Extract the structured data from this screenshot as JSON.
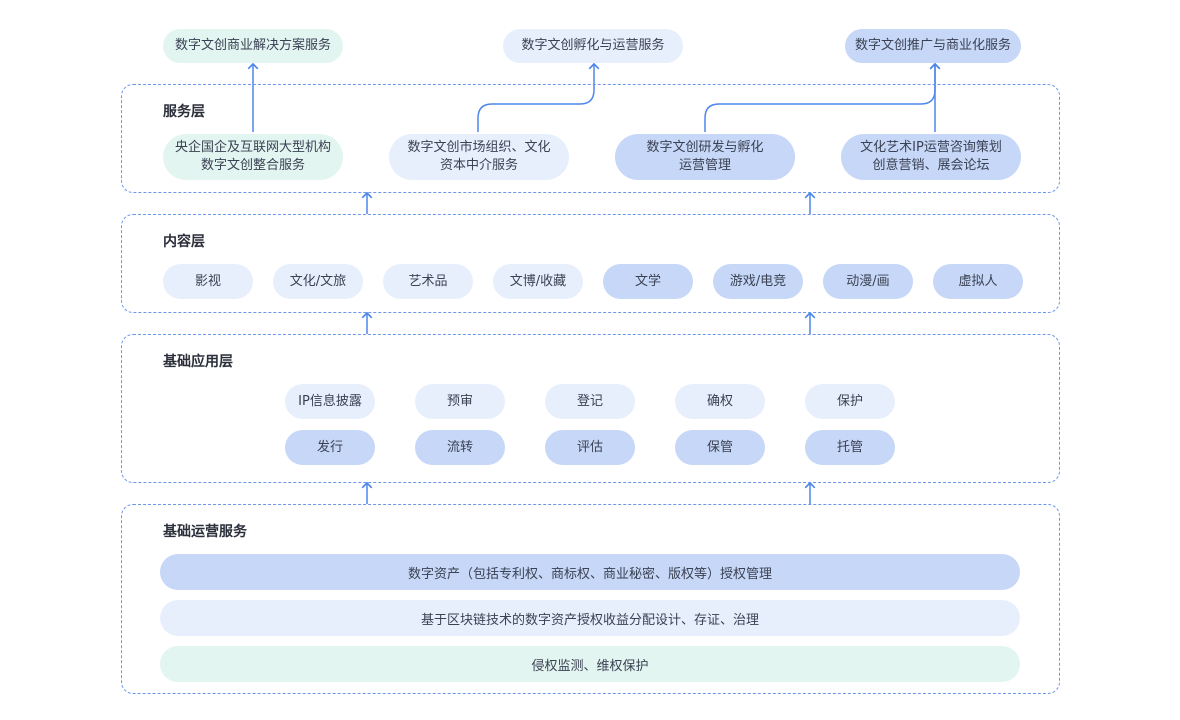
{
  "top_outputs": {
    "left": "数字文创商业解决方案服务",
    "center": "数字文创孵化与运营服务",
    "right": "数字文创推广与商业化服务"
  },
  "service_layer": {
    "title": "服务层",
    "items": [
      {
        "line1": "央企国企及互联网大型机构",
        "line2": "数字文创整合服务"
      },
      {
        "line1": "数字文创市场组织、文化",
        "line2": "资本中介服务"
      },
      {
        "line1": "数字文创研发与孵化",
        "line2": "运营管理"
      },
      {
        "line1": "文化艺术IP运营咨询策划",
        "line2": "创意营销、展会论坛"
      }
    ]
  },
  "content_layer": {
    "title": "内容层",
    "items": [
      "影视",
      "文化/文旅",
      "艺术品",
      "文博/收藏",
      "文学",
      "游戏/电竞",
      "动漫/画",
      "虚拟人"
    ]
  },
  "app_layer": {
    "title": "基础应用层",
    "row1": [
      "IP信息披露",
      "预审",
      "登记",
      "确权",
      "保护"
    ],
    "row2": [
      "发行",
      "流转",
      "评估",
      "保管",
      "托管"
    ]
  },
  "ops_layer": {
    "title": "基础运营服务",
    "bars": [
      "数字资产（包括专利权、商标权、商业秘密、版权等）授权管理",
      "基于区块链技术的数字资产授权收益分配设计、存证、治理",
      "侵权监测、维权保护"
    ]
  },
  "colors": {
    "border": "#6d97e8",
    "arrow": "#4f86ea",
    "mint": "#e3f5f1",
    "light": "#e8effc",
    "mid": "#c6d7f7"
  }
}
